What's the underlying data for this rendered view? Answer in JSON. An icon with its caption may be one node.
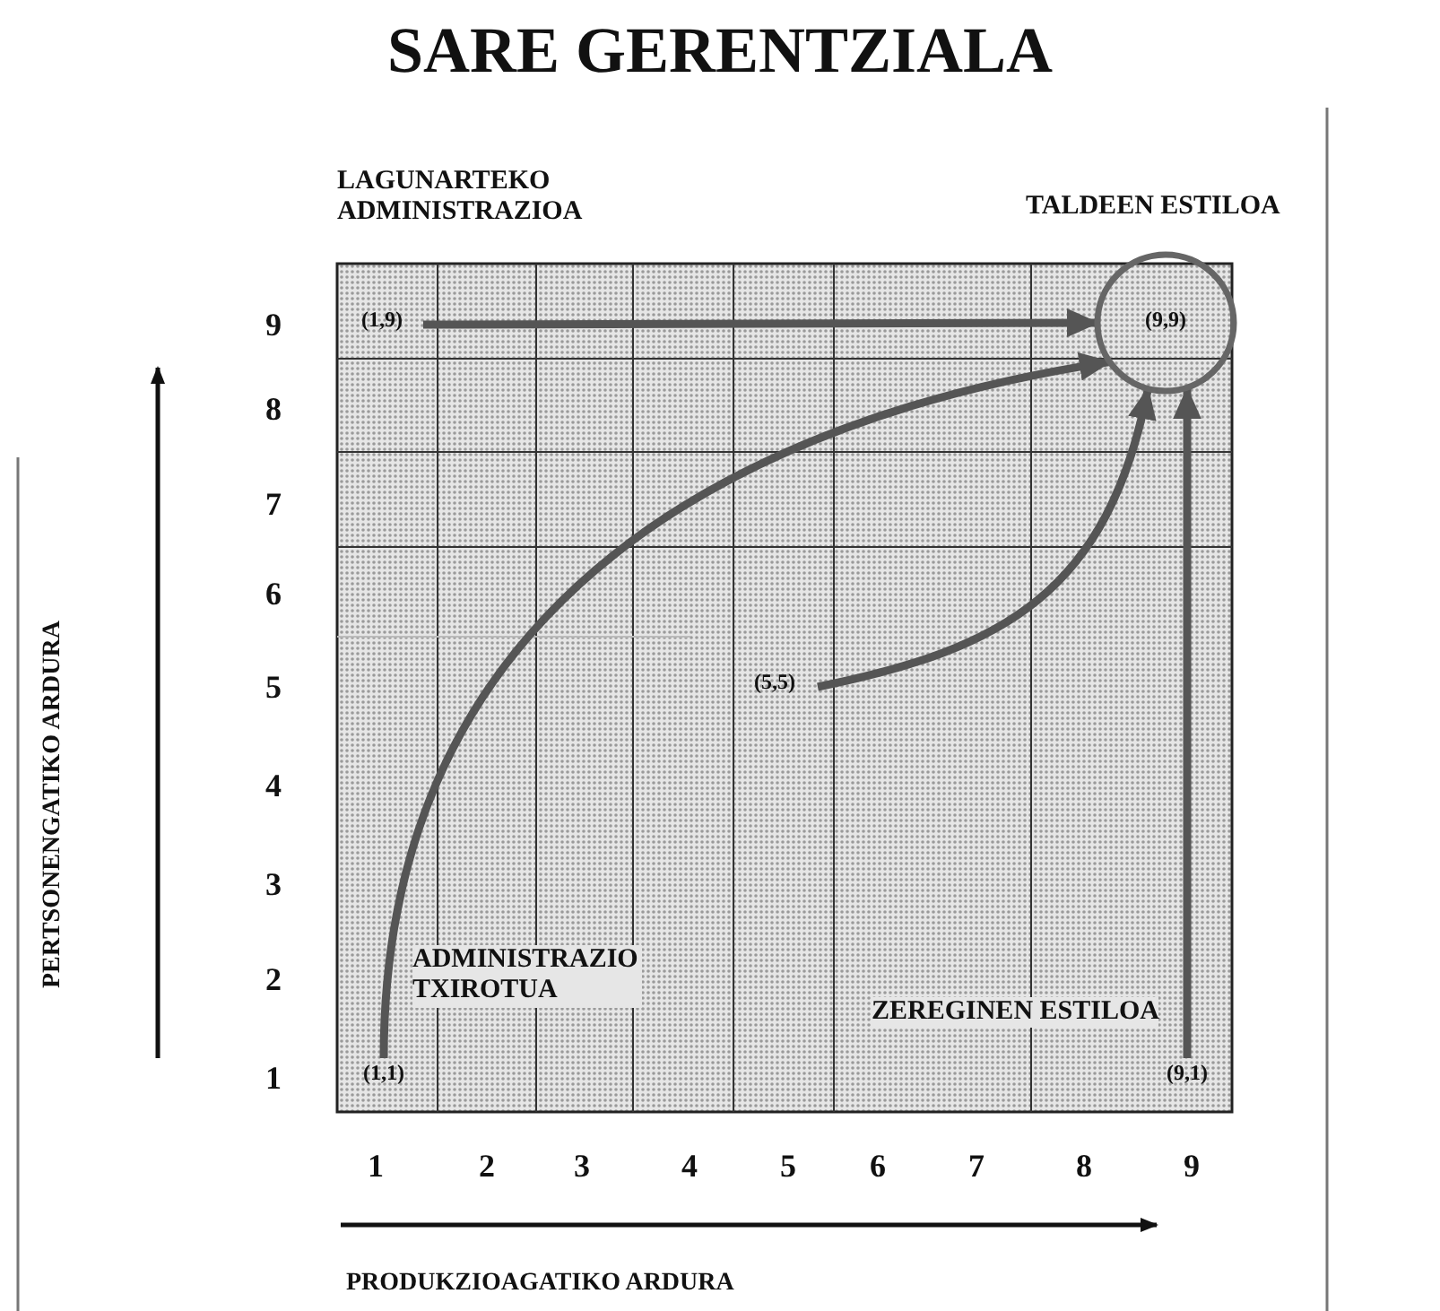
{
  "diagram": {
    "title": "SARE GERENTZIALA",
    "nodes": [
      {
        "text": [
          "(1,9)"
        ]
      },
      {
        "text": [
          "(9,9)"
        ]
      },
      {
        "text": [
          "(5,5)"
        ]
      },
      {
        "text": [
          "(1,1)"
        ]
      },
      {
        "text": [
          "(9,1)"
        ]
      }
    ],
    "edges": [
      {
        "from": 0,
        "to": 1,
        "arrow": "to"
      },
      {
        "from": 3,
        "to": 1,
        "arrow": "to"
      },
      {
        "from": 2,
        "to": 1,
        "arrow": "to"
      },
      {
        "from": 4,
        "to": 1,
        "arrow": "to"
      }
    ],
    "labels": [
      "LAGUNARTEKO ADMINISTRAZIOA",
      "TALDEEN ESTILOA",
      "9",
      "8",
      "7",
      "6",
      "5",
      "4",
      "3",
      "2",
      "1",
      "ADMINISTRAZIO TXIROTUA",
      "ZEREGINEN ESTILOA",
      "1",
      "2",
      "3",
      "4",
      "5",
      "6",
      "7",
      "8",
      "9",
      "PERTSONENGATIKO ARDURA",
      "PRODUKZIOAGATIKO ARDURA"
    ]
  }
}
